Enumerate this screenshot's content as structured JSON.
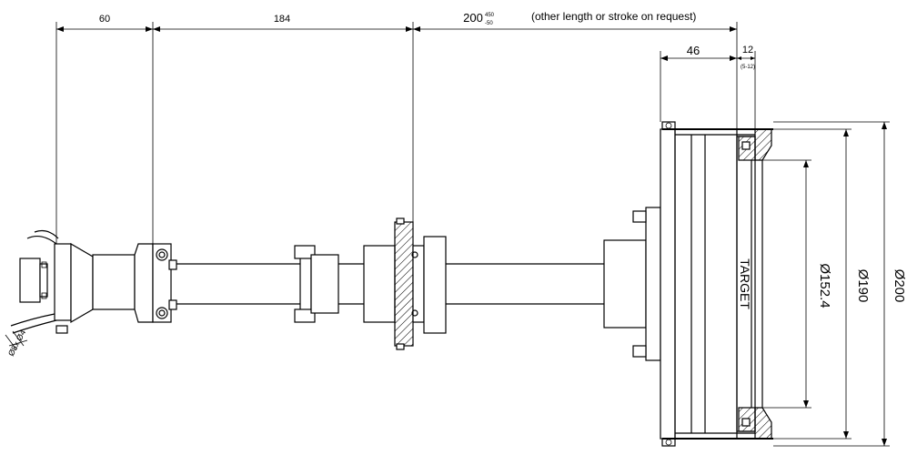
{
  "dimensions": {
    "d60": "60",
    "d184": "184",
    "d200": "200",
    "tol_upper": "450",
    "tol_lower": "-50",
    "stroke_note": "(other length or stroke on request)",
    "d46": "46",
    "d12": "12",
    "d12_range": "(5-12)",
    "dia152": "Ø152.4",
    "dia190": "Ø190",
    "dia200": "Ø200",
    "cable": "Ø8x Ø4"
  },
  "labels": {
    "target": "TARGET"
  }
}
